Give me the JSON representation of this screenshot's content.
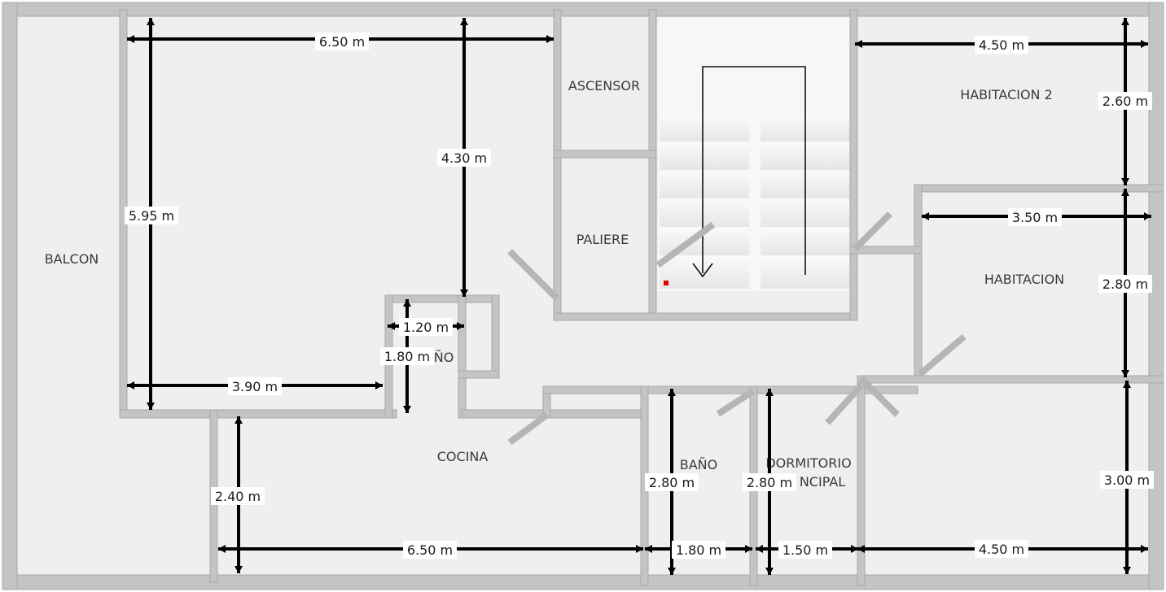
{
  "colors": {
    "wall": "#c4c4c4",
    "wall_edge": "#a8a8a8",
    "floor": "#efefef",
    "dimension": "#000000",
    "marker": "#e00000"
  },
  "rooms": {
    "balcon": "BALCON",
    "ascensor": "ASCENSOR",
    "paliere": "PALIERE",
    "habitacion_2": "HABITACION 2",
    "habitacion": "HABITACION",
    "cocina": "COCINA",
    "bano": "BAÑO",
    "dormitorio_line1": "DORMITORIO",
    "dormitorio_line2": "NCIPAL",
    "small_bano": "ÑO"
  },
  "dimensions": {
    "top_living_width": "6.50 m",
    "living_height": "5.95 m",
    "living_depth": "4.30 m",
    "living_bottom_width": "3.90 m",
    "small_bath_width": "1.20 m",
    "small_bath_height": "1.80 m",
    "hab2_width": "4.50 m",
    "hab2_height": "2.60 m",
    "hab_width": "3.50 m",
    "hab_height": "2.80 m",
    "cocina_height": "2.40 m",
    "cocina_width": "6.50 m",
    "bano_height": "2.80 m",
    "bano_width": "1.80 m",
    "dorm_height": "2.80 m",
    "dorm_width": "1.50 m",
    "right_bottom_width": "4.50 m",
    "right_bottom_height": "3.00 m"
  },
  "icons": {
    "stair_direction": "arrow-down-icon"
  }
}
